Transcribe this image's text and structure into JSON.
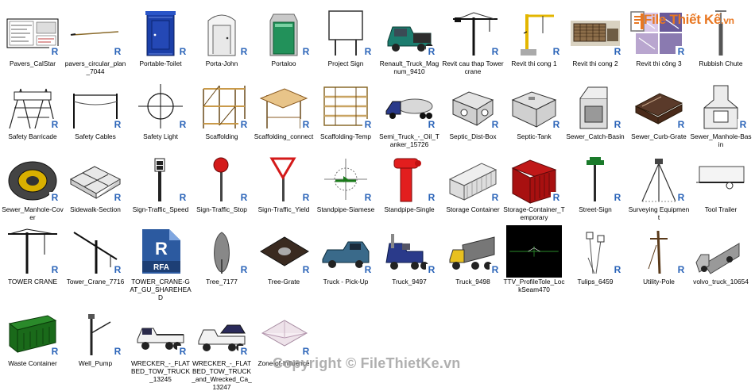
{
  "colors": {
    "badge": "#2b64b8",
    "logo": "#e87722"
  },
  "logo": {
    "text": "File Thiết Kế",
    "domain": ".vn"
  },
  "watermark": "Copyright © FileThietKe.vn",
  "badge_text": "R",
  "items": [
    {
      "label": "Pavers_CalStar",
      "icon": "drawing-sheet-icon",
      "badge": true
    },
    {
      "label": "pavers_circular_plan_7044",
      "icon": "pen-line-icon",
      "badge": true
    },
    {
      "label": "Portable-Toilet",
      "icon": "blue-toilet-icon",
      "badge": true
    },
    {
      "label": "Porta-John",
      "icon": "white-booth-icon",
      "badge": true
    },
    {
      "label": "Portaloo",
      "icon": "green-toilet-icon",
      "badge": true
    },
    {
      "label": "Project Sign",
      "icon": "sign-board-icon",
      "badge": true
    },
    {
      "label": "Renault_Truck_Magnum_9410",
      "icon": "truck-cab-icon",
      "badge": true
    },
    {
      "label": "Revit cau thap Towercrane",
      "icon": "tower-crane-icon",
      "badge": true
    },
    {
      "label": "Revit thi cong 1",
      "icon": "yellow-crane-icon",
      "badge": true
    },
    {
      "label": "Revit thi cong 2",
      "icon": "site-render-icon",
      "badge": true
    },
    {
      "label": "Revit thi công 3",
      "icon": "site-collage-icon",
      "badge": true
    },
    {
      "label": "Rubbish Chute",
      "icon": "chute-icon",
      "badge": false
    },
    {
      "label": "Safety Barricade",
      "icon": "barricade-icon",
      "badge": true
    },
    {
      "label": "Safety Cables",
      "icon": "cable-posts-icon",
      "badge": true
    },
    {
      "label": "Safety Light",
      "icon": "light-crosshair-icon",
      "badge": true
    },
    {
      "label": "Scaffolding",
      "icon": "scaffold-icon",
      "badge": true
    },
    {
      "label": "Scaffolding_connect",
      "icon": "scaffold-plank-icon",
      "badge": true
    },
    {
      "label": "Scaffolding-Temp",
      "icon": "scaffold-frame-icon",
      "badge": true
    },
    {
      "label": "Semi_Truck_-_Oil_Tanker_15726",
      "icon": "tanker-truck-icon",
      "badge": true
    },
    {
      "label": "Septic_Dist-Box",
      "icon": "dist-box-icon",
      "badge": true
    },
    {
      "label": "Septic-Tank",
      "icon": "septic-tank-icon",
      "badge": true
    },
    {
      "label": "Sewer_Catch-Basin",
      "icon": "catch-basin-icon",
      "badge": true
    },
    {
      "label": "Sewer_Curb-Grate",
      "icon": "curb-grate-icon",
      "badge": true
    },
    {
      "label": "Sewer_Manhole-Basin",
      "icon": "manhole-basin-icon",
      "badge": true
    },
    {
      "label": "Sewer_Manhole-Cover",
      "icon": "manhole-cover-icon",
      "badge": true
    },
    {
      "label": "Sidewalk-Section",
      "icon": "sidewalk-icon",
      "badge": true
    },
    {
      "label": "Sign-Traffic_Speed",
      "icon": "speed-sign-icon",
      "badge": true
    },
    {
      "label": "Sign-Traffic_Stop",
      "icon": "stop-sign-icon",
      "badge": true
    },
    {
      "label": "Sign-Traffic_Yield",
      "icon": "yield-sign-icon",
      "badge": true
    },
    {
      "label": "Standpipe-Siamese",
      "icon": "siamese-icon",
      "badge": true
    },
    {
      "label": "Standpipe-Single",
      "icon": "standpipe-icon",
      "badge": true
    },
    {
      "label": "Storage Container",
      "icon": "container-icon",
      "badge": true
    },
    {
      "label": "Storage-Container_Temporary",
      "icon": "red-container-icon",
      "badge": true
    },
    {
      "label": "Street-Sign",
      "icon": "street-sign-icon",
      "badge": true
    },
    {
      "label": "Surveying Equipment",
      "icon": "tripod-icon",
      "badge": true
    },
    {
      "label": "Tool Trailer",
      "icon": "trailer-icon",
      "badge": false
    },
    {
      "label": "TOWER CRANE",
      "icon": "tower-crane-2d-icon",
      "badge": true
    },
    {
      "label": "Tower_Crane_7716",
      "icon": "tower-crane-angled-icon",
      "badge": true
    },
    {
      "label": "TOWER_CRANE-GAT_GU_SHAREHEAD",
      "icon": "rfa-file-icon",
      "badge": false
    },
    {
      "label": "Tree_7177",
      "icon": "tree-icon",
      "badge": true
    },
    {
      "label": "Tree-Grate",
      "icon": "tree-grate-icon",
      "badge": true
    },
    {
      "label": "Truck - Pick-Up",
      "icon": "pickup-icon",
      "badge": true
    },
    {
      "label": "Truck_9497",
      "icon": "blue-semi-icon",
      "badge": true
    },
    {
      "label": "Truck_9498",
      "icon": "dump-truck-icon",
      "badge": true
    },
    {
      "label": "TTV_ProfileTole_LockSeam470",
      "icon": "black-preview-icon",
      "badge": false
    },
    {
      "label": "Tulips_6459",
      "icon": "tulips-icon",
      "badge": true
    },
    {
      "label": "Utility-Pole",
      "icon": "utility-pole-icon",
      "badge": true
    },
    {
      "label": "volvo_truck_10654",
      "icon": "volvo-truck-icon",
      "badge": false
    },
    {
      "label": "Waste Container",
      "icon": "waste-container-icon",
      "badge": true
    },
    {
      "label": "Well_Pump",
      "icon": "well-pump-icon",
      "badge": true
    },
    {
      "label": "WRECKER_-_FLATBED_TOW_TRUCK_13245",
      "icon": "tow-truck-icon",
      "badge": true
    },
    {
      "label": "WRECKER_-_FLATBED_TOW_TRUCK_and_Wrecked_Ca_13247",
      "icon": "tow-truck-car-icon",
      "badge": true
    },
    {
      "label": "Zone-of-Influence",
      "icon": "zone-icon",
      "badge": true
    }
  ]
}
